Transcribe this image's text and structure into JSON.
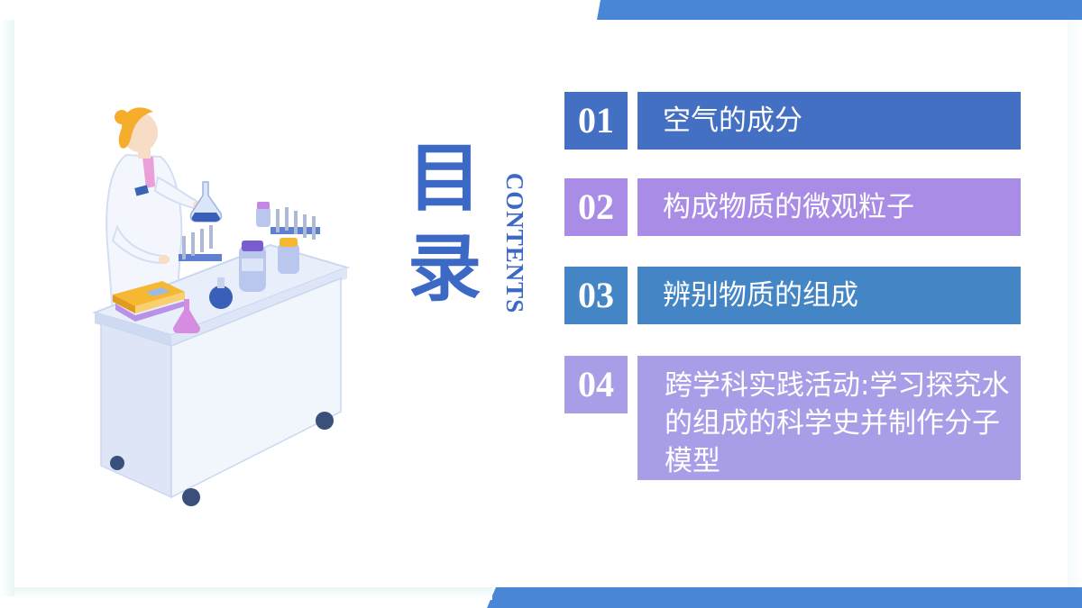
{
  "title": {
    "main": "目录",
    "sub": "CONTENTS"
  },
  "colors": {
    "accent_blue": "#4a86d6",
    "title_blue": "#3c69c6",
    "item1": "#4470c4",
    "item2": "#a98ce6",
    "item3": "#4385c5",
    "item4": "#a89ee8"
  },
  "toc": [
    {
      "num": "01",
      "label": "空气的成分"
    },
    {
      "num": "02",
      "label": "构成物质的微观粒子"
    },
    {
      "num": "03",
      "label": "辨别物质的组成"
    },
    {
      "num": "04",
      "label": "跨学科实践活动:学习探究水的组成的科学史并制作分子模型"
    }
  ],
  "illustration": {
    "icon": "scientist-lab-cart-icon"
  }
}
